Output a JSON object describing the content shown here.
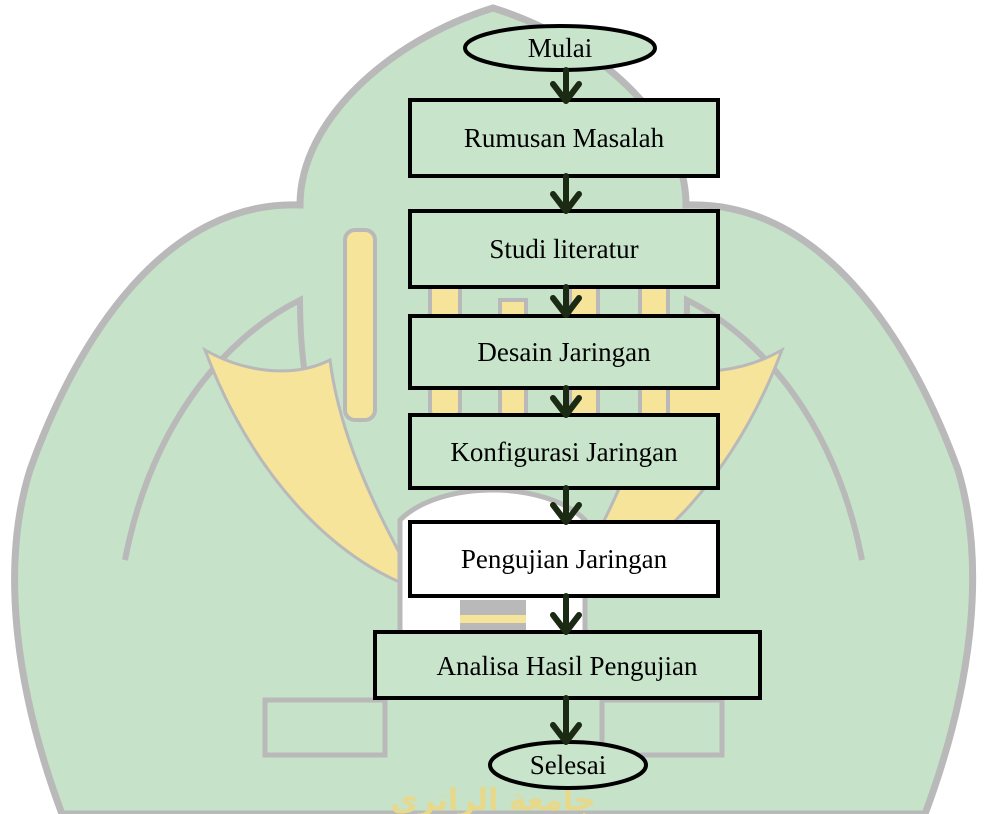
{
  "flowchart": {
    "start": "Mulai",
    "steps": [
      "Rumusan Masalah",
      "Studi literatur",
      "Desain Jaringan",
      "Konfigurasi Jaringan",
      "Pengujian Jaringan",
      "Analisa Hasil Pengujian"
    ],
    "end": "Selesai"
  },
  "watermark": {
    "text": "جامعة الرانري",
    "colors": {
      "green": "#c6e2c9",
      "gold": "#f5e49a",
      "gray": "#b9b9b9",
      "white": "#ffffff"
    }
  },
  "colors": {
    "node_fill": "#c8e5cc",
    "node_border": "#000000",
    "arrow": "#1b2a12"
  }
}
